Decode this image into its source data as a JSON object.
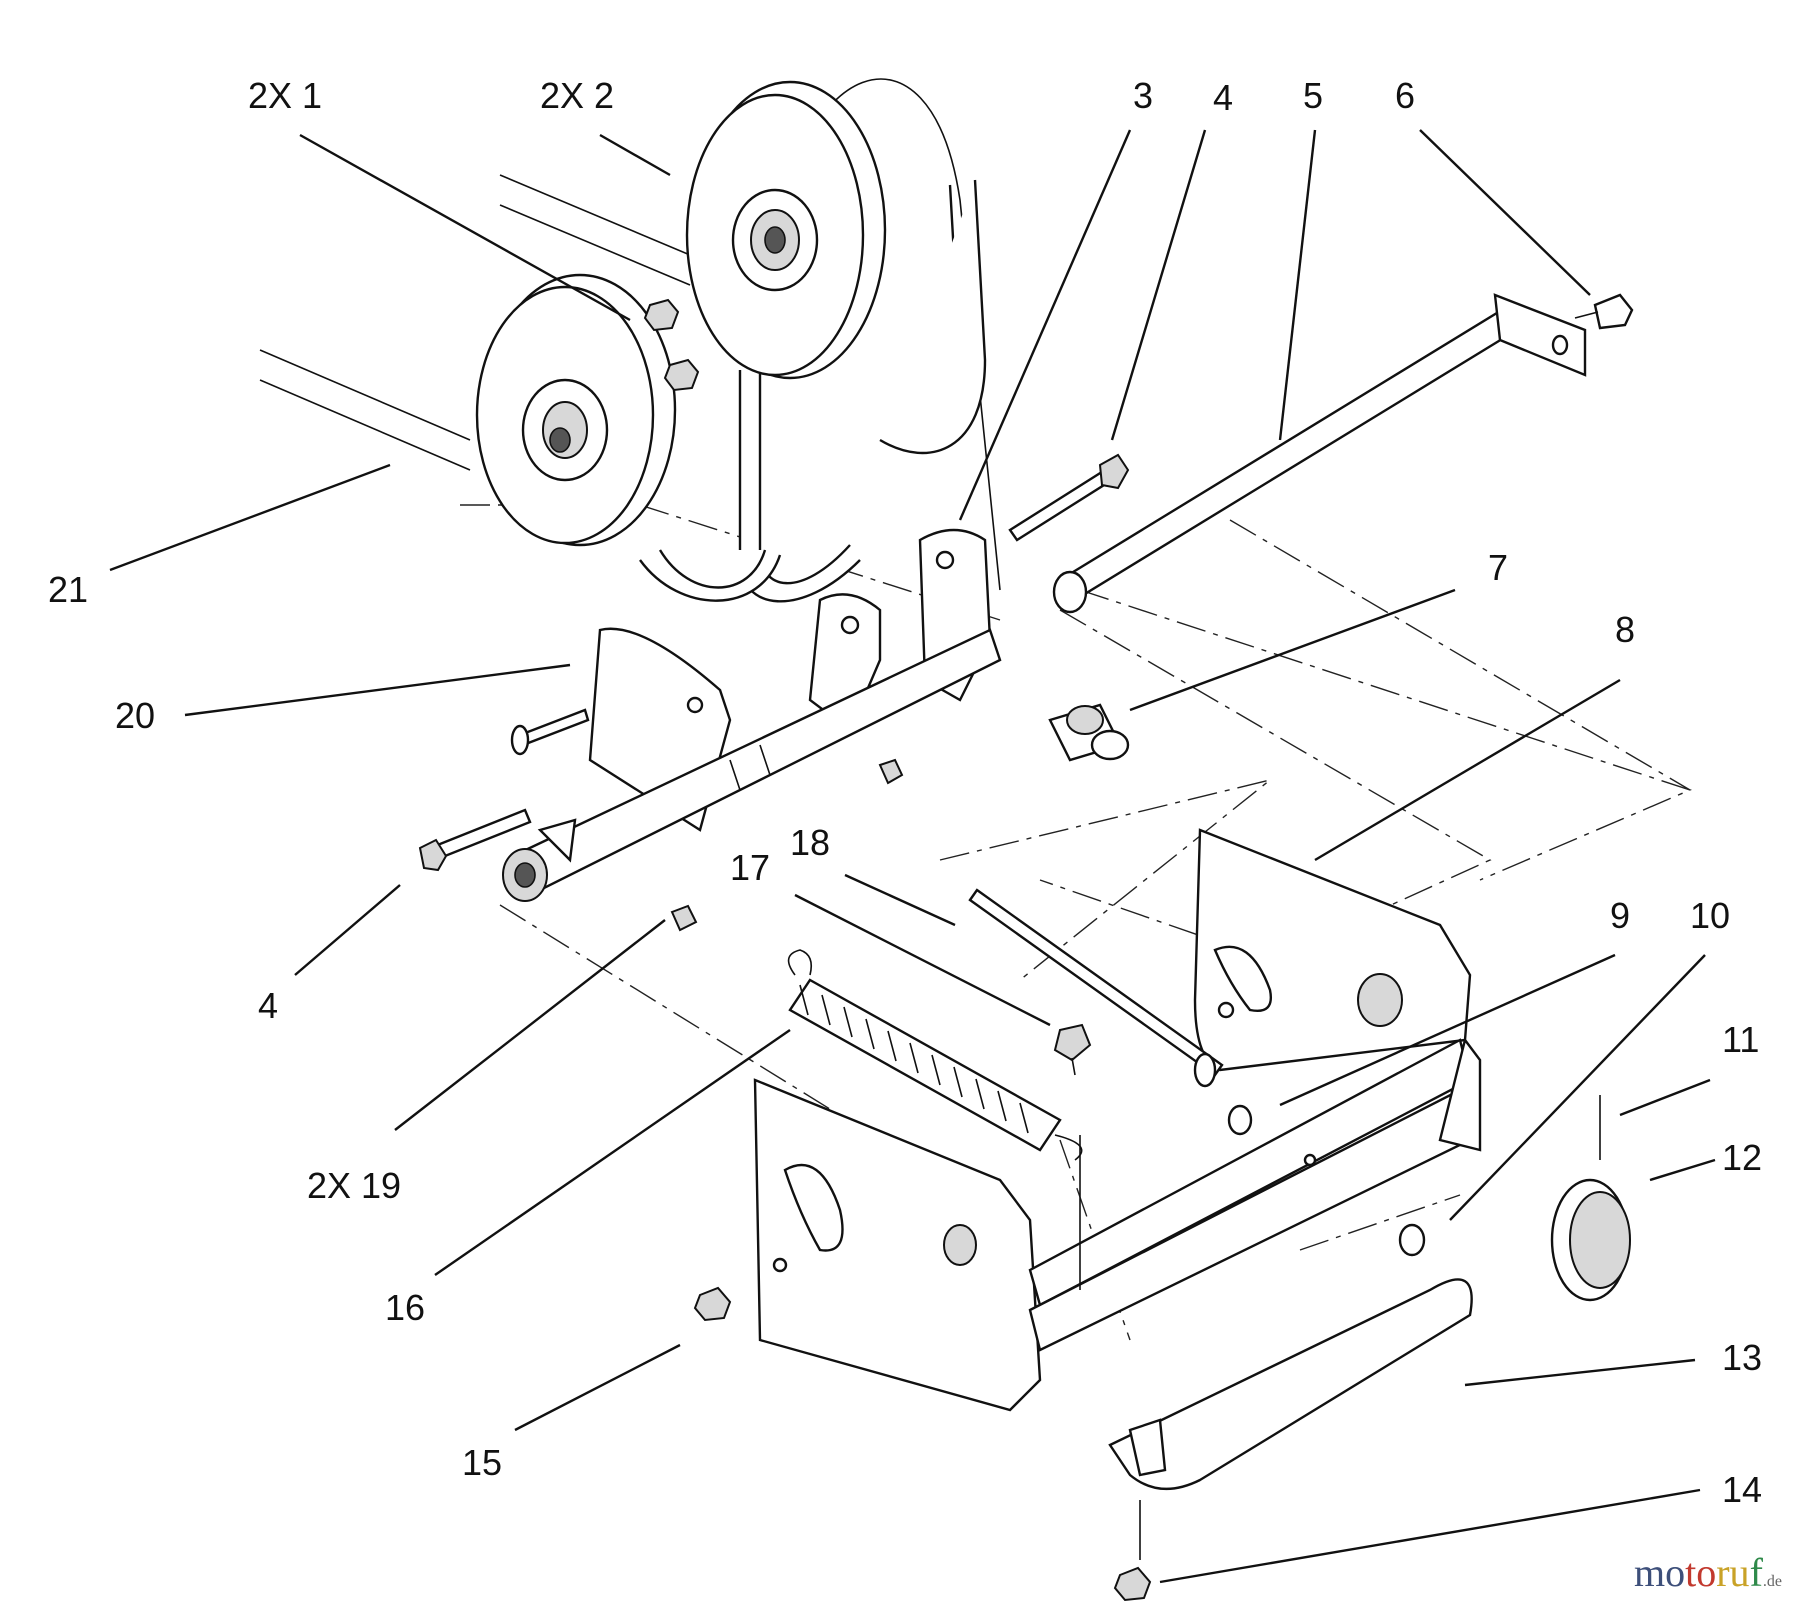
{
  "diagram": {
    "callouts": [
      {
        "id": "c-2x1",
        "label": "2X 1"
      },
      {
        "id": "c-2x2",
        "label": "2X 2"
      },
      {
        "id": "c-3",
        "label": "3"
      },
      {
        "id": "c-4a",
        "label": "4"
      },
      {
        "id": "c-5",
        "label": "5"
      },
      {
        "id": "c-6",
        "label": "6"
      },
      {
        "id": "c-7",
        "label": "7"
      },
      {
        "id": "c-8",
        "label": "8"
      },
      {
        "id": "c-9",
        "label": "9"
      },
      {
        "id": "c-10",
        "label": "10"
      },
      {
        "id": "c-11",
        "label": "11"
      },
      {
        "id": "c-12",
        "label": "12"
      },
      {
        "id": "c-13",
        "label": "13"
      },
      {
        "id": "c-14",
        "label": "14"
      },
      {
        "id": "c-15",
        "label": "15"
      },
      {
        "id": "c-16",
        "label": "16"
      },
      {
        "id": "c-17",
        "label": "17"
      },
      {
        "id": "c-18",
        "label": "18"
      },
      {
        "id": "c-2x19",
        "label": "2X 19"
      },
      {
        "id": "c-20",
        "label": "20"
      },
      {
        "id": "c-21",
        "label": "21"
      },
      {
        "id": "c-4b",
        "label": "4"
      }
    ]
  },
  "watermark": {
    "text_1": "mo",
    "text_2": "to",
    "text_3": "ru",
    "text_4": "f",
    "tld": ".de"
  },
  "colors": {
    "line": "#111111",
    "background": "#ffffff",
    "brand_blue": "#3d4f7a",
    "brand_red": "#c2392e",
    "brand_yellow": "#c9a227",
    "brand_green": "#2f8a4a"
  }
}
